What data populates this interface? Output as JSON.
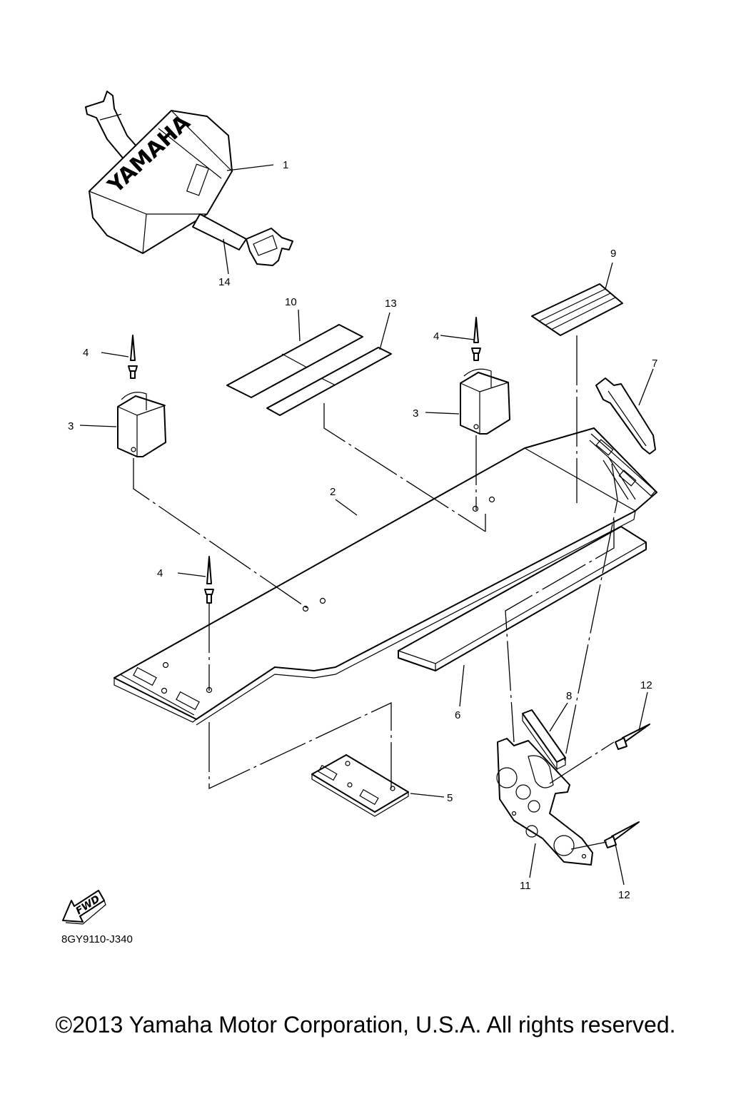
{
  "diagram": {
    "brand_logo": "YAMAHA",
    "forward_arrow_label": "FWD",
    "drawing_code": "8GY9110-J340",
    "copyright": "©2013 Yamaha Motor Corporation, U.S.A. All rights reserved.",
    "callouts": {
      "c1": "1",
      "c2": "2",
      "c3a": "3",
      "c3b": "3",
      "c4a": "4",
      "c4b": "4",
      "c4c": "4",
      "c5": "5",
      "c6": "6",
      "c7": "7",
      "c8": "8",
      "c9": "9",
      "c10": "10",
      "c11": "11",
      "c12a": "12",
      "c12b": "12",
      "c13": "13",
      "c14": "14"
    }
  }
}
